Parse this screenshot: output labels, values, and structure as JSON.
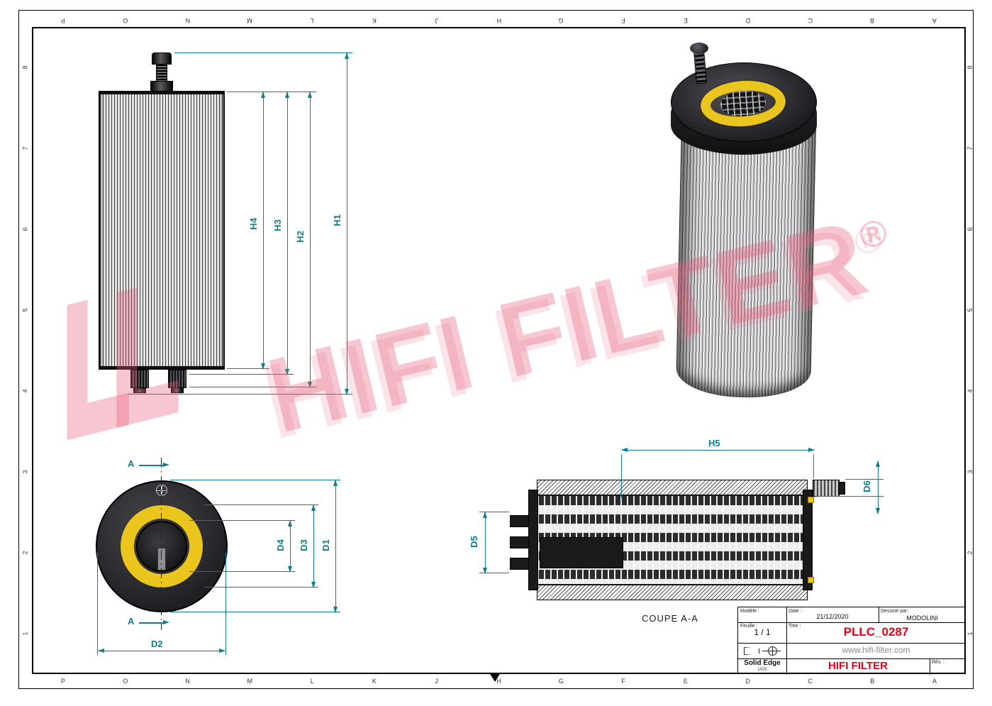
{
  "drawing": {
    "watermark_text": "HIFI FILTER",
    "registered_mark": "®"
  },
  "colors": {
    "dimension_teal": "#0e7d8c",
    "brand_red": "#e50019",
    "seal_yellow": "#e9c51d",
    "watermark_pink": "#f2a9bc",
    "cap_dark": "#232327"
  },
  "border": {
    "top_letters": [
      "P",
      "O",
      "N",
      "M",
      "L",
      "K",
      "J",
      "H",
      "G",
      "F",
      "E",
      "D",
      "C",
      "B",
      "A"
    ],
    "bottom_letters": [
      "P",
      "O",
      "N",
      "M",
      "L",
      "K",
      "J",
      "H",
      "G",
      "F",
      "E",
      "D",
      "C",
      "B",
      "A"
    ],
    "left_numbers": [
      "8",
      "7",
      "6",
      "5",
      "4",
      "3",
      "2",
      "1"
    ],
    "right_numbers": [
      "8",
      "7",
      "6",
      "5",
      "4",
      "3",
      "2",
      "1"
    ]
  },
  "views": {
    "front": {
      "dims": {
        "h4": "H4",
        "h3": "H3",
        "h2": "H2",
        "h1": "H1"
      }
    },
    "top": {
      "dims": {
        "d4": "D4",
        "d3": "D3",
        "d1": "D1",
        "d2": "D2"
      },
      "section_marker": "A"
    },
    "section": {
      "dims": {
        "h5": "H5",
        "d6": "D6",
        "d5": "D5"
      },
      "caption": "COUPE A-A"
    }
  },
  "titleblock": {
    "model_label": "Modèle :",
    "date_label": "Date :",
    "date_value": "21/12/2020",
    "drawn_by_label": "Dessiné par:",
    "drawn_by_value": "MODOLINI",
    "sheet_label": "Feuille :",
    "sheet_value": "1 / 1",
    "title_label": "Titre :",
    "part_number": "PLLC_0287",
    "website": "www.hifi-filter.com",
    "cad_software": "Solid Edge",
    "cad_vendor": "UGS",
    "brand": "HIFI FILTER",
    "revision_label": "Rév. :"
  }
}
